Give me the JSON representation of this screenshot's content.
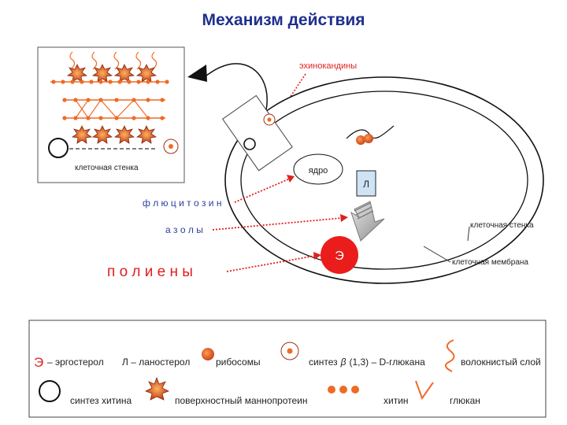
{
  "title": "Механизм действия",
  "labels": {
    "echinocandins": "эхинокандины",
    "cell_wall_inset": "клеточная стенка",
    "nucleus": "ядро",
    "lanosterol_box": "Л",
    "flucytosine": "ф л ю ц и т о з и н",
    "azoles": "а з о л ы",
    "cell_wall": "клеточная стенка",
    "ergosterol_circle": "Э",
    "polyenes": "п о л и е н ы",
    "cell_membrane": "клеточная мембрана"
  },
  "legend": {
    "ergosterol_symbol": "Э",
    "ergosterol_text": "– эргостерол",
    "lanosterol_text": "Л – ланостерол",
    "ribosomes": "рибосомы",
    "glucan_synthesis_prefix": "синтез",
    "glucan_synthesis_beta": "β",
    "glucan_synthesis_suffix": "(1,3) – D-глюкана",
    "fibrous_layer": "волокнистый слой",
    "chitin_synthesis": "синтез хитина",
    "mannoprotein": "поверхностный маннопротеин",
    "chitin": "хитин",
    "glucan": "глюкан"
  },
  "colors": {
    "title": "#1f2f8f",
    "orange": "#f06a26",
    "dark_red_orange": "#b5341a",
    "red_line": "#e02020",
    "ergosterol_red": "#ea1c1c",
    "arrow_gray": "#a0a0a0",
    "lanosterol_box_fill": "#cfe3f5"
  }
}
